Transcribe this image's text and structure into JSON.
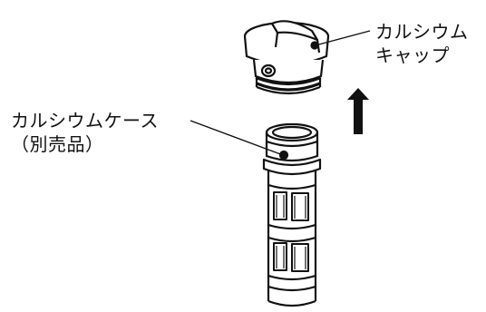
{
  "labels": {
    "cap": {
      "line1": "カルシウム",
      "line2": "キャップ"
    },
    "case": {
      "line1": "カルシウムケース",
      "line2": "（別売品）"
    }
  },
  "icons": {
    "arrow": "up-arrow-icon"
  },
  "colors": {
    "ink": "#111111",
    "background": "#ffffff"
  }
}
